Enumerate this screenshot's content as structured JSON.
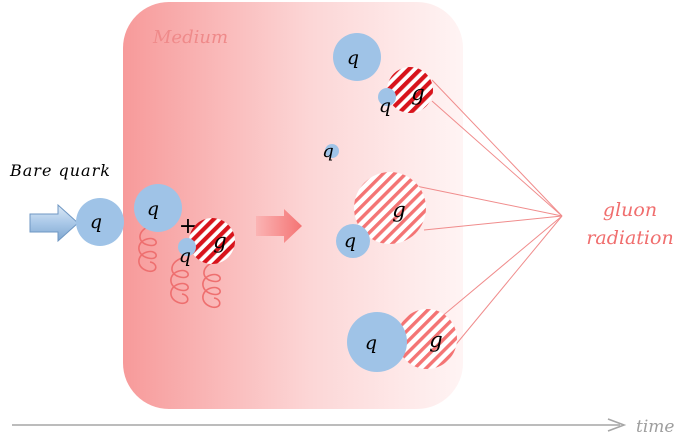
{
  "labels": {
    "medium": "Medium",
    "bare_quark": "Bare quark",
    "gluon_line1": "gluon",
    "gluon_line2": "radiation",
    "time": "time",
    "plus": "+"
  },
  "particles": {
    "quark": "q",
    "gluon": "g"
  },
  "colors": {
    "medium_dark": "#f79a9a",
    "medium_light": "#fff1f1",
    "quark_blue": "#9fc3e7",
    "gluon_red": "#d8141c",
    "gluon_pink": "#f47474",
    "label_red": "#f06e6e",
    "axis_gray": "#a6a6a6",
    "arrow_blue": "#9fbfe0"
  }
}
